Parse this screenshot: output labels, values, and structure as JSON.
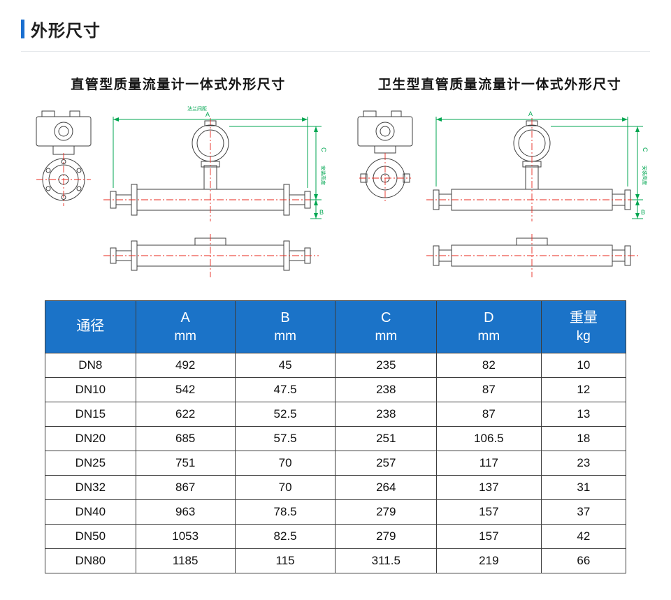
{
  "page": {
    "title": "外形尺寸"
  },
  "figures": [
    {
      "caption": "直管型质量流量计一体式外形尺寸",
      "dim_top_letter": "A",
      "dim_top_note": "法兰间距",
      "dim_right_letter": "C",
      "dim_right_note": "安装高度",
      "dim_b_letter": "B"
    },
    {
      "caption": "卫生型直管质量流量计一体式外形尺寸",
      "dim_top_letter": "A",
      "dim_right_letter": "C",
      "dim_right_note": "安装高度",
      "dim_b_letter": "B"
    }
  ],
  "table": {
    "headers": [
      {
        "line1": "通径",
        "line2": ""
      },
      {
        "line1": "A",
        "line2": "mm"
      },
      {
        "line1": "B",
        "line2": "mm"
      },
      {
        "line1": "C",
        "line2": "mm"
      },
      {
        "line1": "D",
        "line2": "mm"
      },
      {
        "line1": "重量",
        "line2": "kg"
      }
    ],
    "rows": [
      [
        "DN8",
        "492",
        "45",
        "235",
        "82",
        "10"
      ],
      [
        "DN10",
        "542",
        "47.5",
        "238",
        "87",
        "12"
      ],
      [
        "DN15",
        "622",
        "52.5",
        "238",
        "87",
        "13"
      ],
      [
        "DN20",
        "685",
        "57.5",
        "251",
        "106.5",
        "18"
      ],
      [
        "DN25",
        "751",
        "70",
        "257",
        "117",
        "23"
      ],
      [
        "DN32",
        "867",
        "70",
        "264",
        "137",
        "31"
      ],
      [
        "DN40",
        "963",
        "78.5",
        "279",
        "157",
        "37"
      ],
      [
        "DN50",
        "1053",
        "82.5",
        "279",
        "157",
        "42"
      ],
      [
        "DN80",
        "1185",
        "115",
        "311.5",
        "219",
        "66"
      ]
    ]
  },
  "colors": {
    "accent": "#1a6fd0",
    "table_header_bg": "#1b73c8",
    "dimension_line": "#00a651",
    "centerline": "#e8281e"
  }
}
